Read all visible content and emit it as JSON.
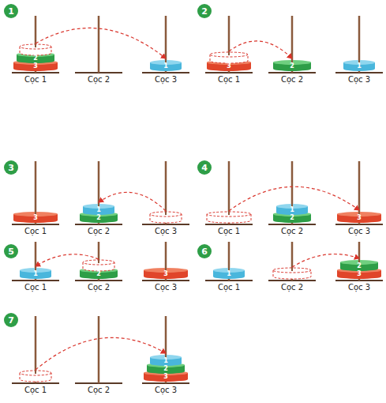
{
  "diagram": {
    "labels": [
      "1",
      "2",
      "3",
      "1",
      "Cọc 1",
      "Cọc 2",
      "Cọc 3",
      "2",
      "3",
      "2",
      "1",
      "Cọc 1",
      "Cọc 2",
      "Cọc 3",
      "3",
      "3",
      "1",
      "2",
      "Cọc 1",
      "Cọc 2",
      "Cọc 3",
      "4",
      "1",
      "2",
      "3",
      "Cọc 1",
      "Cọc 2",
      "Cọc 3",
      "5",
      "1",
      "2",
      "3",
      "Cọc 1",
      "Cọc 2",
      "Cọc 3",
      "6",
      "1",
      "2",
      "3",
      "Cọc 1",
      "Cọc 2",
      "Cọc 3",
      "7",
      "1",
      "2",
      "3",
      "Cọc 1",
      "Cọc 2",
      "Cọc 3"
    ]
  }
}
